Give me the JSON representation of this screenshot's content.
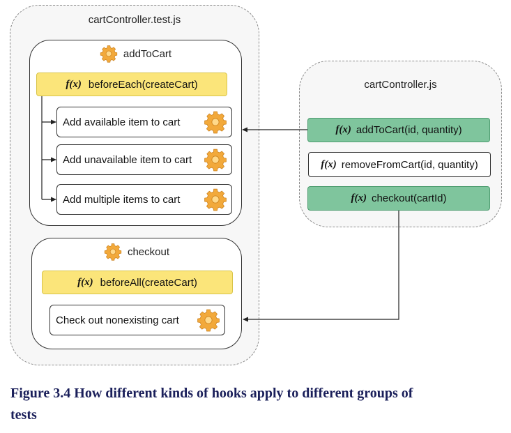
{
  "test_file": {
    "title": "cartControllerTest_placeholder",
    "suites": [
      {
        "name": "addToCart",
        "hook": {
          "fx": "f(x)",
          "label": "beforeEach(createCart)"
        },
        "tests": [
          "Add available item to cart",
          "Add unavailable item to cart",
          "Add multiple items to cart"
        ]
      },
      {
        "name": "checkout",
        "hook": {
          "fx": "f(x)",
          "label": "beforeAll(createCart)"
        },
        "tests": [
          "Check out nonexisting cart"
        ]
      }
    ]
  },
  "source_file": {
    "title": "cartController.js",
    "functions": [
      {
        "fx": "f(x)",
        "label": "addToCart(id, quantity)",
        "highlighted": true
      },
      {
        "fx": "f(x)",
        "label": "removeFromCart(id, quantity)",
        "highlighted": false
      },
      {
        "fx": "f(x)",
        "label": "checkout(cartId)",
        "highlighted": true
      }
    ]
  },
  "caption": {
    "line1": "Figure 3.4 How different kinds of hooks apply to different groups of",
    "line2": "tests"
  },
  "colors": {
    "hook_fill": "#fbe57a",
    "function_highlight": "#7fc59d",
    "gear": "#f2a93b",
    "caption_text": "#1a1f5a"
  }
}
